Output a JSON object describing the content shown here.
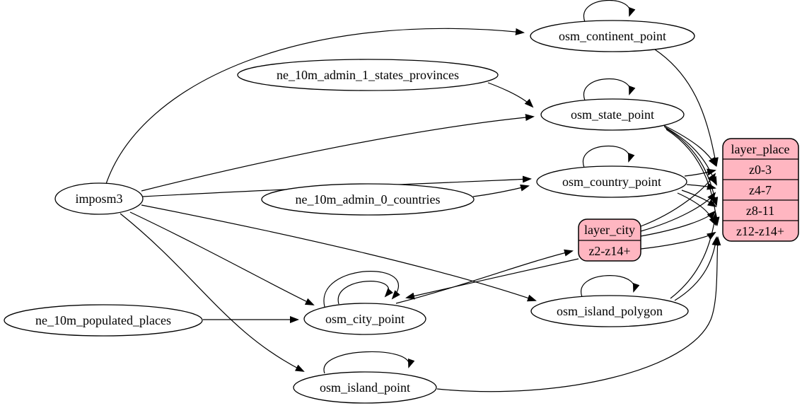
{
  "diagram": {
    "type": "graphviz-etl-flow",
    "colors": {
      "background": "#ffffff",
      "node_fill": "#ffffff",
      "record_fill": "#FFB6C1",
      "stroke": "#000000",
      "text": "#000000"
    },
    "nodes": {
      "imposm3": {
        "label": "imposm3",
        "shape": "ellipse"
      },
      "ne_10m_admin_1_states_provinces": {
        "label": "ne_10m_admin_1_states_provinces",
        "shape": "ellipse"
      },
      "ne_10m_admin_0_countries": {
        "label": "ne_10m_admin_0_countries",
        "shape": "ellipse"
      },
      "ne_10m_populated_places": {
        "label": "ne_10m_populated_places",
        "shape": "ellipse"
      },
      "osm_continent_point": {
        "label": "osm_continent_point",
        "shape": "ellipse",
        "self_loops": 1
      },
      "osm_state_point": {
        "label": "osm_state_point",
        "shape": "ellipse",
        "self_loops": 1
      },
      "osm_country_point": {
        "label": "osm_country_point",
        "shape": "ellipse",
        "self_loops": 1
      },
      "osm_city_point": {
        "label": "osm_city_point",
        "shape": "ellipse",
        "self_loops": 2
      },
      "osm_island_polygon": {
        "label": "osm_island_polygon",
        "shape": "ellipse",
        "self_loops": 1
      },
      "osm_island_point": {
        "label": "osm_island_point",
        "shape": "ellipse",
        "self_loops": 1
      }
    },
    "records": {
      "layer_city": {
        "title": "layer_city",
        "rows": [
          "z2-z14+"
        ]
      },
      "layer_place": {
        "title": "layer_place",
        "rows": [
          "z0-3",
          "z4-7",
          "z8-11",
          "z12-z14+"
        ]
      }
    },
    "edges": [
      {
        "from": "imposm3",
        "to": "osm_continent_point"
      },
      {
        "from": "imposm3",
        "to": "osm_state_point"
      },
      {
        "from": "imposm3",
        "to": "osm_country_point"
      },
      {
        "from": "imposm3",
        "to": "osm_city_point"
      },
      {
        "from": "imposm3",
        "to": "osm_island_polygon"
      },
      {
        "from": "imposm3",
        "to": "osm_island_point"
      },
      {
        "from": "ne_10m_admin_1_states_provinces",
        "to": "osm_state_point"
      },
      {
        "from": "ne_10m_admin_0_countries",
        "to": "osm_country_point"
      },
      {
        "from": "ne_10m_populated_places",
        "to": "osm_city_point"
      },
      {
        "from": "osm_continent_point",
        "to": "osm_continent_point"
      },
      {
        "from": "osm_state_point",
        "to": "osm_state_point"
      },
      {
        "from": "osm_country_point",
        "to": "osm_country_point"
      },
      {
        "from": "osm_city_point",
        "to": "osm_city_point"
      },
      {
        "from": "osm_city_point",
        "to": "osm_city_point"
      },
      {
        "from": "osm_island_polygon",
        "to": "osm_island_polygon"
      },
      {
        "from": "osm_island_point",
        "to": "osm_island_point"
      },
      {
        "from": "osm_continent_point",
        "to": "layer_place:z0-3"
      },
      {
        "from": "osm_state_point",
        "to": "layer_place:z0-3"
      },
      {
        "from": "osm_state_point",
        "to": "layer_place:z4-7"
      },
      {
        "from": "osm_state_point",
        "to": "layer_place:z8-11"
      },
      {
        "from": "osm_state_point",
        "to": "layer_place:z12-z14+"
      },
      {
        "from": "osm_country_point",
        "to": "layer_place:z0-3"
      },
      {
        "from": "osm_country_point",
        "to": "layer_place:z4-7"
      },
      {
        "from": "osm_country_point",
        "to": "layer_place:z8-11"
      },
      {
        "from": "osm_country_point",
        "to": "layer_place:z12-z14+"
      },
      {
        "from": "osm_city_point",
        "to": "layer_city:z2-z14+"
      },
      {
        "from": "layer_city",
        "to": "osm_city_point"
      },
      {
        "from": "layer_city",
        "to": "layer_place:z0-3"
      },
      {
        "from": "layer_city",
        "to": "layer_place:z4-7"
      },
      {
        "from": "layer_city",
        "to": "layer_place:z8-11"
      },
      {
        "from": "layer_city",
        "to": "layer_place:z12-z14+"
      },
      {
        "from": "osm_island_polygon",
        "to": "layer_place:z8-11"
      },
      {
        "from": "osm_island_polygon",
        "to": "layer_place:z12-z14+"
      },
      {
        "from": "osm_island_point",
        "to": "layer_place:z12-z14+"
      }
    ]
  }
}
